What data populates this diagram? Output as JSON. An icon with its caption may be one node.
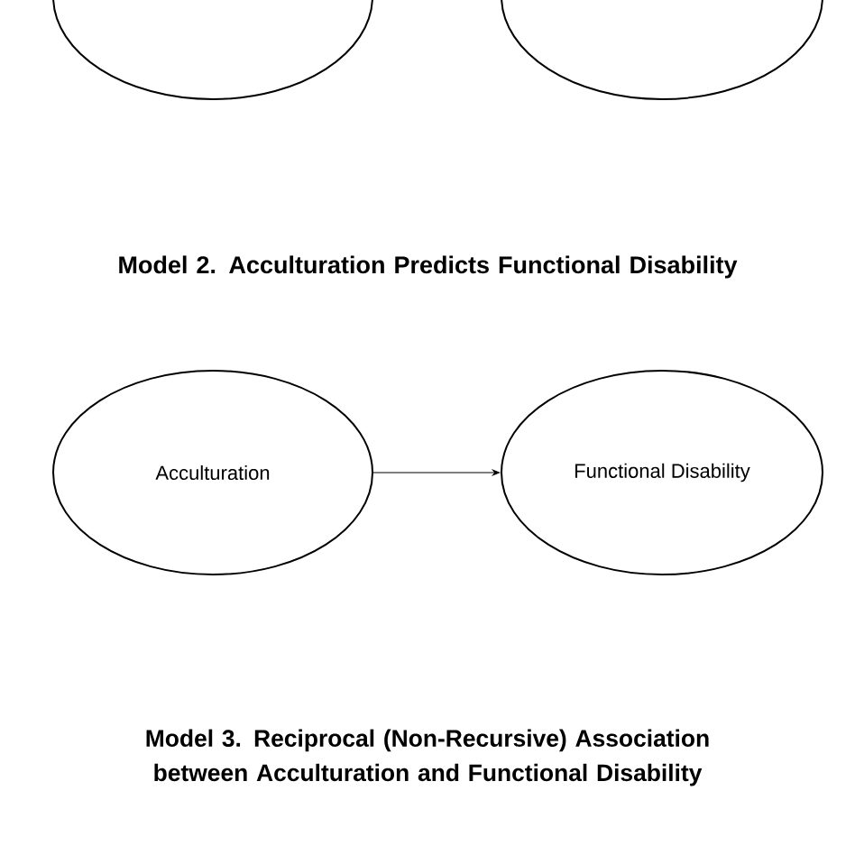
{
  "diagram": {
    "nodes": [
      {
        "text": [],
        "shape": "ellipse"
      },
      {
        "text": [],
        "shape": "ellipse"
      },
      {
        "text": [
          "Acculturation"
        ]
      },
      {
        "text": [
          "Functional Disability"
        ]
      }
    ],
    "edges": [
      {
        "from": 2,
        "to": 3,
        "arrow": "to"
      }
    ],
    "labels": [
      "Model 2. Acculturation Predicts Functional Disability",
      "Model 3. Reciprocal (Non-Recursive) Association between Acculturation and Functional Disability"
    ]
  }
}
